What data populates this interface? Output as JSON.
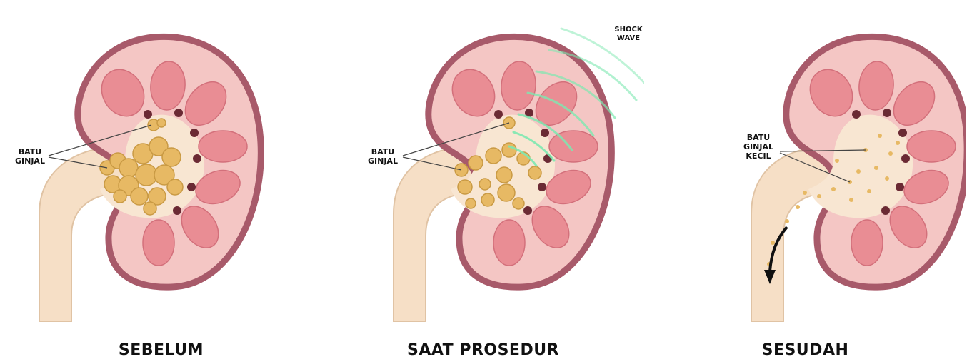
{
  "panels": [
    {
      "caption": "SEBELUM",
      "label": "BATU\nGINJAL"
    },
    {
      "caption": "SAAT PROSEDUR",
      "label": "BATU\nGINJAL",
      "shock_label": "SHOCK\nWAVE"
    },
    {
      "caption": "SESUDAH",
      "label": "BATU\nGINJAL\nKECIL"
    }
  ],
  "colors": {
    "capsule": "#a85a6a",
    "cortex": "#f4c6c4",
    "pyramid": "#e98d94",
    "pelvis": "#f8e6d2",
    "ureter": "#f6dfc6",
    "stone": "#e7b964",
    "shockwave": "#7de8b0"
  }
}
